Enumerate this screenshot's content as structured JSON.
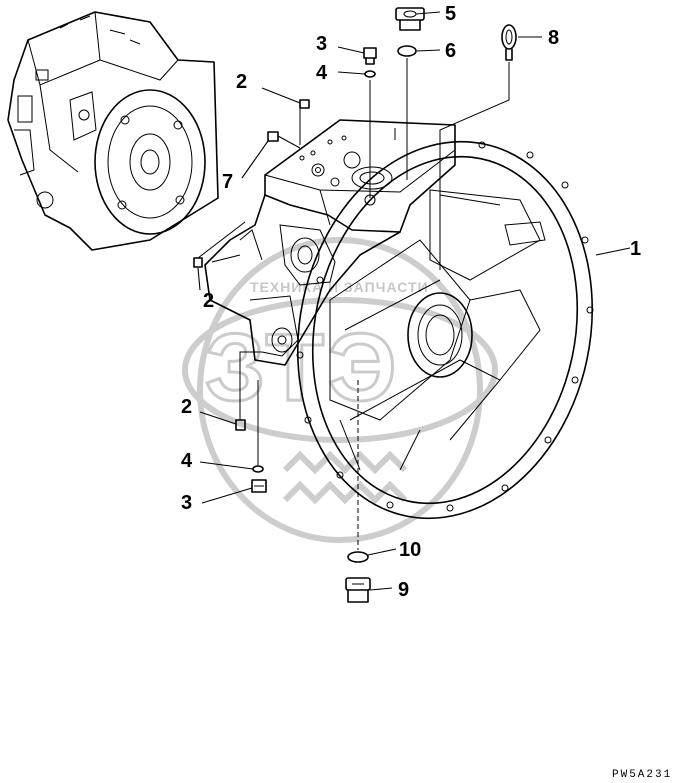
{
  "callouts": [
    {
      "id": "c1",
      "label": "1"
    },
    {
      "id": "c2a",
      "label": "2"
    },
    {
      "id": "c2b",
      "label": "2"
    },
    {
      "id": "c2c",
      "label": "2"
    },
    {
      "id": "c3a",
      "label": "3"
    },
    {
      "id": "c3b",
      "label": "3"
    },
    {
      "id": "c4a",
      "label": "4"
    },
    {
      "id": "c4b",
      "label": "4"
    },
    {
      "id": "c5",
      "label": "5"
    },
    {
      "id": "c6",
      "label": "6"
    },
    {
      "id": "c7",
      "label": "7"
    },
    {
      "id": "c8",
      "label": "8"
    },
    {
      "id": "c9",
      "label": "9"
    },
    {
      "id": "c10",
      "label": "10"
    }
  ],
  "drawing_code": "PW5A231",
  "watermark": {
    "text": "ТЕХНИКА И ЗАПЧАСТИ",
    "logo_letters": "ЗТЭ"
  }
}
